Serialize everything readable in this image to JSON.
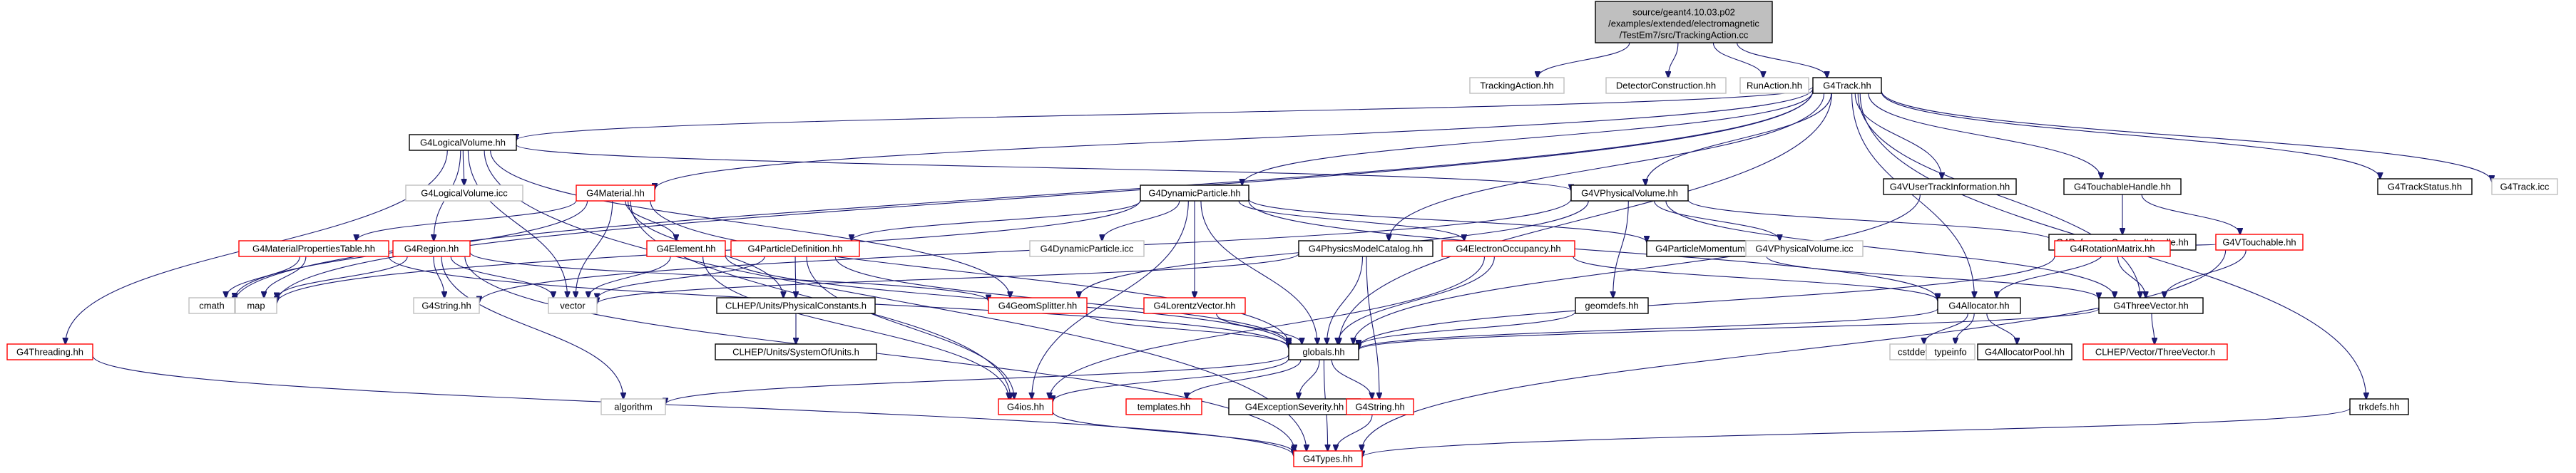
{
  "root": {
    "lines": [
      "source/geant4.10.03.p02",
      "/examples/extended/electromagnetic",
      "/TestEm7/src/TrackingAction.cc"
    ]
  },
  "nodes": {
    "tracking_action": "TrackingAction.hh",
    "detector_construction": "DetectorConstruction.hh",
    "run_action": "RunAction.hh",
    "g4track": "G4Track.hh",
    "g4logical_volume": "G4LogicalVolume.hh",
    "g4vuser_track_info": "G4VUserTrackInformation.hh",
    "g4touchable_handle": "G4TouchableHandle.hh",
    "g4track_status": "G4TrackStatus.hh",
    "g4track_icc": "G4Track.icc",
    "g4logical_volume_icc": "G4LogicalVolume.icc",
    "g4material": "G4Material.hh",
    "g4dynamic_particle": "G4DynamicParticle.hh",
    "g4vphysical_volume": "G4VPhysicalVolume.hh",
    "g4ref_counted_handle": "G4ReferenceCountedHandle.hh",
    "g4vtouchable": "G4VTouchable.hh",
    "g4material_props_table": "G4MaterialPropertiesTable.hh",
    "g4region": "G4Region.hh",
    "g4element": "G4Element.hh",
    "g4particle_definition": "G4ParticleDefinition.hh",
    "g4dynamic_particle_icc": "G4DynamicParticle.icc",
    "g4physics_model_catalog": "G4PhysicsModelCatalog.hh",
    "g4electron_occupancy": "G4ElectronOccupancy.hh",
    "g4particle_momentum": "G4ParticleMomentum.hh",
    "g4vphysical_volume_icc": "G4VPhysicalVolume.icc",
    "g4rotation_matrix": "G4RotationMatrix.hh",
    "cmath": "cmath",
    "map": "map",
    "g4string_plain": "G4String.hh",
    "vector": "vector",
    "clhep_physical_constants": "CLHEP/Units/PhysicalConstants.h",
    "g4geom_splitter": "G4GeomSplitter.hh",
    "g4lorentz_vector": "G4LorentzVector.hh",
    "geomdefs": "geomdefs.hh",
    "g4allocator": "G4Allocator.hh",
    "g4three_vector": "G4ThreeVector.hh",
    "g4threading": "G4Threading.hh",
    "clhep_system_of_units": "CLHEP/Units/SystemOfUnits.h",
    "globals": "globals.hh",
    "cstddef": "cstddef",
    "typeinfo": "typeinfo",
    "g4allocator_pool": "G4AllocatorPool.hh",
    "clhep_vector_three_vector": "CLHEP/Vector/ThreeVector.h",
    "algorithm": "algorithm",
    "g4ios": "G4ios.hh",
    "templates": "templates.hh",
    "g4exception_severity": "G4ExceptionSeverity.hh",
    "g4string": "G4String.hh",
    "trkdefs": "trkdefs.hh",
    "g4types": "G4Types.hh"
  },
  "colors": {
    "edge": "#191970",
    "root_fill": "#bfbfbf",
    "border_documented": "#000000",
    "border_truncated": "#ff0000",
    "border_undocumented": "#bfbfbf"
  }
}
